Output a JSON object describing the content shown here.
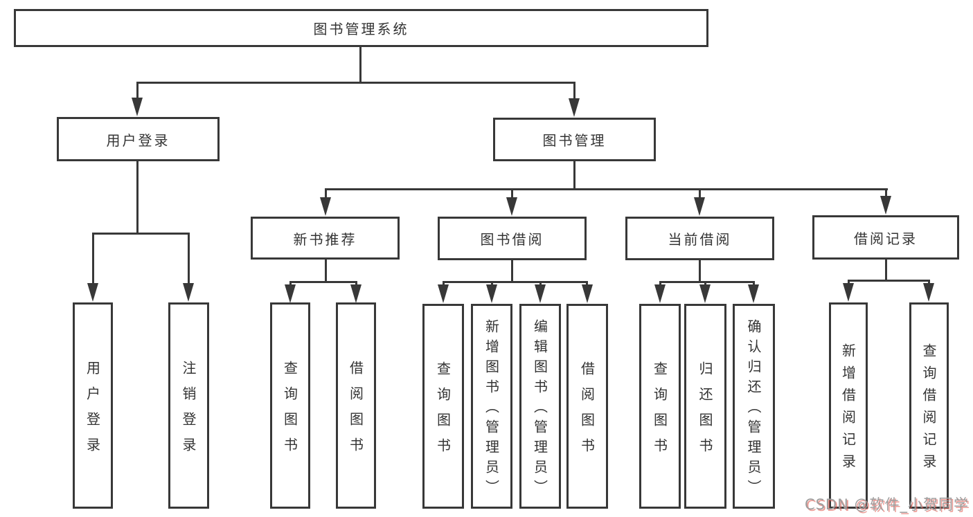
{
  "diagram": {
    "title": "图书管理系统",
    "type": "functional-structure-tree"
  },
  "nodes": {
    "root": {
      "label": "图书管理系统"
    },
    "user_login": {
      "label": "用户登录"
    },
    "book_mgmt": {
      "label": "图书管理"
    },
    "new_book_rec": {
      "label": "新书推荐"
    },
    "book_borrow": {
      "label": "图书借阅"
    },
    "current_borrow": {
      "label": "当前借阅"
    },
    "borrow_records": {
      "label": "借阅记录"
    },
    "leaf_user_login": {
      "label": "用户登录"
    },
    "leaf_logout": {
      "label": "注销登录"
    },
    "leaf_query_book_newrec": {
      "label": "查询图书"
    },
    "leaf_borrow_book_newrec": {
      "label": "借阅图书"
    },
    "leaf_query_book_borrow": {
      "label": "查询图书"
    },
    "leaf_add_book": {
      "label": "新增图书（管理员）"
    },
    "leaf_edit_book": {
      "label": "编辑图书（管理员）"
    },
    "leaf_borrow_book_borrow": {
      "label": "借阅图书"
    },
    "leaf_query_book_current": {
      "label": "查询图书"
    },
    "leaf_return_book": {
      "label": "归还图书"
    },
    "leaf_confirm_return": {
      "label": "确认归还（管理员）"
    },
    "leaf_add_record": {
      "label": "新增借阅记录"
    },
    "leaf_query_record": {
      "label": "查询借阅记录"
    }
  },
  "hierarchy": {
    "图书管理系统": {
      "用户登录": [
        "用户登录",
        "注销登录"
      ],
      "图书管理": {
        "新书推荐": [
          "查询图书",
          "借阅图书"
        ],
        "图书借阅": [
          "查询图书",
          "新增图书（管理员）",
          "编辑图书（管理员）",
          "借阅图书"
        ],
        "当前借阅": [
          "查询图书",
          "归还图书",
          "确认归还（管理员）"
        ],
        "借阅记录": [
          "新增借阅记录",
          "查询借阅记录"
        ]
      }
    }
  },
  "watermark": {
    "text": "CSDN @软件_小贺同学"
  },
  "colors": {
    "line": "#383838",
    "text": "#333333",
    "background": "#ffffff",
    "watermark_gray": "#9e9e9e",
    "watermark_shadow_red": "#e0584f"
  }
}
